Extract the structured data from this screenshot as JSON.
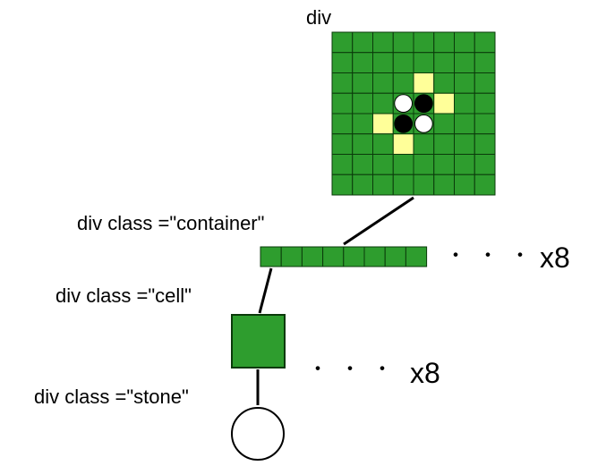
{
  "labels": {
    "board": "div",
    "container": "div class =\"container\"",
    "cell": "div class =\"cell\"",
    "stone": "div class =\"stone\""
  },
  "repeat": {
    "row_dots": "・・・",
    "row_count": "x8",
    "cell_dots": "・・・",
    "cell_count": "x8"
  },
  "colors": {
    "board_green": "#2e9d2e",
    "grid_line": "#0a3a0a",
    "hint_yellow": "#ffff99",
    "black_stone": "#000000",
    "white_stone": "#ffffff"
  },
  "board": {
    "size": 8,
    "black_stones": [
      [
        3,
        4
      ],
      [
        4,
        3
      ]
    ],
    "white_stones": [
      [
        3,
        3
      ],
      [
        4,
        4
      ]
    ],
    "hint_cells": [
      [
        2,
        4
      ],
      [
        3,
        5
      ],
      [
        4,
        2
      ],
      [
        5,
        3
      ]
    ]
  },
  "container_cells": 8
}
